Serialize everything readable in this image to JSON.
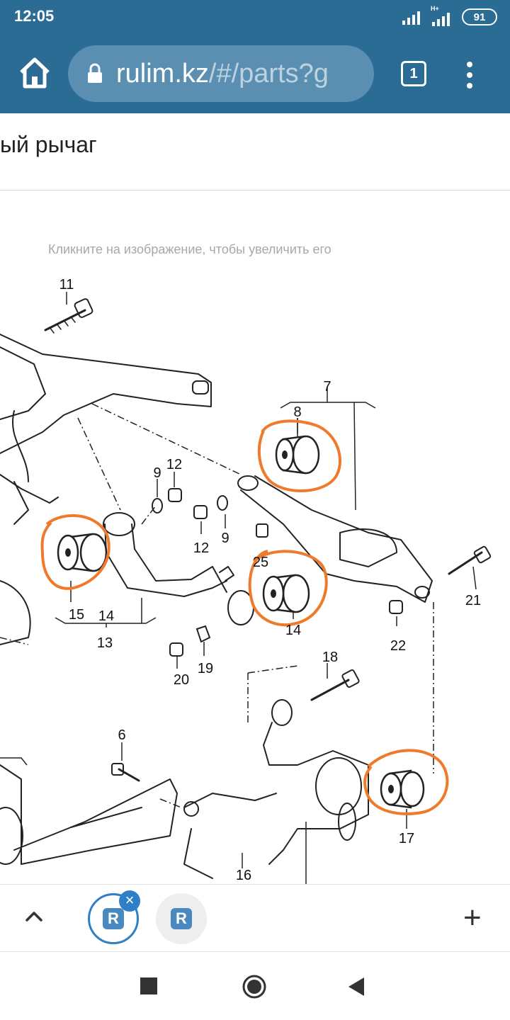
{
  "status_bar": {
    "time": "12:05",
    "network": "H+",
    "battery": "91"
  },
  "browser": {
    "url_domain": "rulim.kz",
    "url_path": "/#/parts?g",
    "tab_count": "1"
  },
  "page": {
    "title": "ый рычаг",
    "hint": "Кликните на изображение, чтобы увеличить его"
  },
  "diagram": {
    "part_numbers": [
      "11",
      "7",
      "8",
      "9",
      "12",
      "12",
      "9",
      "25",
      "15",
      "14",
      "13",
      "14",
      "21",
      "22",
      "20",
      "19",
      "18",
      "6",
      "16",
      "17"
    ]
  },
  "tabs": {
    "r_label": "R"
  },
  "colors": {
    "chrome": "#2b6c94",
    "url_box": "#5a8fb1",
    "highlight": "#f07a2c",
    "accent": "#2f7fc7"
  }
}
